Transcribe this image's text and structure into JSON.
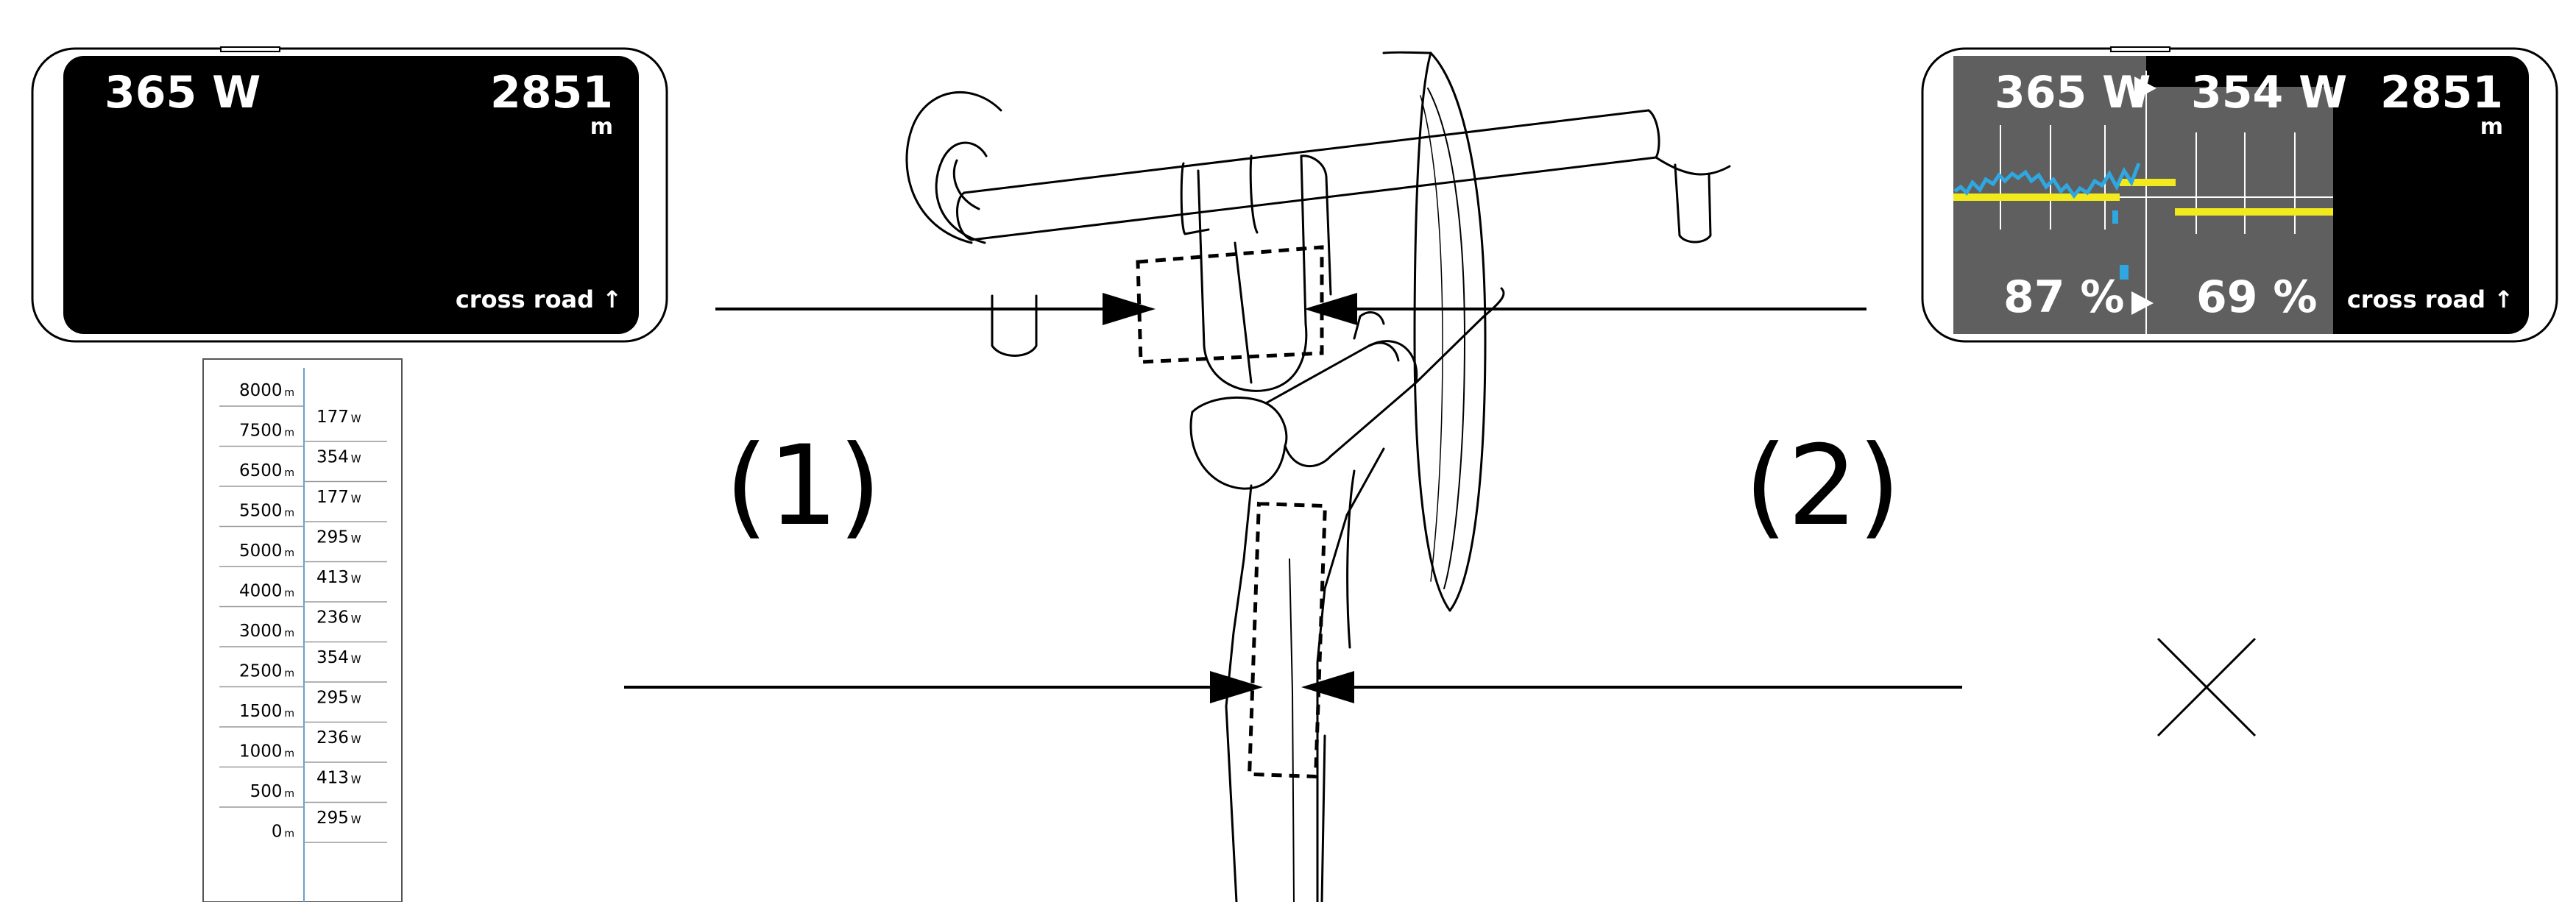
{
  "device_left": {
    "power": "365 W",
    "distance": "2851",
    "distance_unit": "m",
    "road_label": "cross road ↑"
  },
  "device_right": {
    "power_from": "365 W",
    "power_to": "354 W",
    "distance": "2851",
    "distance_unit": "m",
    "percent_from": "87 %",
    "percent_to": "69 %",
    "road_label": "cross road ↑"
  },
  "labels": {
    "one": "(1)",
    "two": "(2)"
  },
  "scale": {
    "distance_unit": "m",
    "power_unit": "W",
    "distances": [
      "8000",
      "7500",
      "6500",
      "5500",
      "5000",
      "4000",
      "3000",
      "2500",
      "1500",
      "1000",
      "500",
      "0"
    ],
    "powers": [
      "177",
      "354",
      "177",
      "295",
      "413",
      "236",
      "354",
      "295",
      "236",
      "413",
      "295"
    ]
  },
  "colors": {
    "screen_bg": "#000000",
    "chart_bg": "#5f5f5f",
    "target_line": "#f2ea1d",
    "trace_line": "#2fa7e0"
  }
}
